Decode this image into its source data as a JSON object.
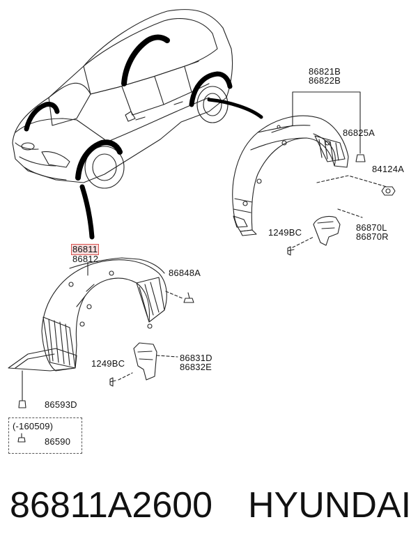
{
  "callouts": {
    "upper_left": "86821B",
    "upper_right": "86822B",
    "clip_a": "86825A",
    "nut": "84124A",
    "bolt_rear": "1249BC",
    "flap_rear_l": "86870L",
    "flap_rear_r": "86870R",
    "front_left": "86811",
    "front_right": "86812",
    "clip_front": "86848A",
    "bolt_front": "1249BC",
    "flap_front_l": "86831D",
    "flap_front_r": "86832E",
    "screw_front": "86593D",
    "date_note": "(-160509)",
    "screw_opt": "86590"
  },
  "footer": {
    "part_number": "86811A2600",
    "brand": "HYUNDAI"
  },
  "colors": {
    "highlight_border": "#d9534f",
    "highlight_fill": "#f6dada"
  }
}
